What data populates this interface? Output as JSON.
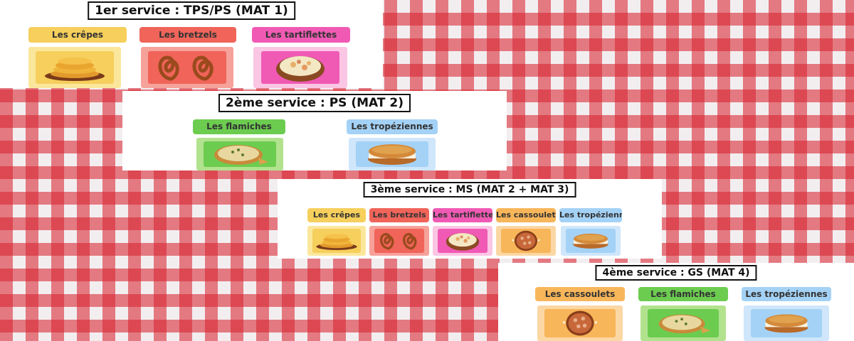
{
  "colors": {
    "crepes": "#f6cf5c",
    "bretzels": "#f0645a",
    "tartiflettes": "#f05ab4",
    "cassoulets": "#f8b65a",
    "tropeziennes": "#a4d2f6",
    "flamiches": "#6ccc50"
  },
  "services": [
    {
      "title": "1er service : TPS/PS (MAT 1)",
      "items": [
        {
          "label": "Les crêpes",
          "icon": "crepes-icon"
        },
        {
          "label": "Les bretzels",
          "icon": "bretzel-icon"
        },
        {
          "label": "Les tartiflettes",
          "icon": "tartiflette-icon"
        }
      ]
    },
    {
      "title": "2ème service : PS (MAT 2)",
      "items": [
        {
          "label": "Les flamiches",
          "icon": "flamiche-icon"
        },
        {
          "label": "Les tropéziennes",
          "icon": "tropezienne-icon"
        }
      ]
    },
    {
      "title": "3ème service : MS (MAT 2 + MAT 3)",
      "items": [
        {
          "label": "Les crêpes",
          "icon": "crepes-icon"
        },
        {
          "label": "Les bretzels",
          "icon": "bretzel-icon"
        },
        {
          "label": "Les tartiflettes",
          "icon": "tartiflette-icon"
        },
        {
          "label": "Les cassoulets",
          "icon": "cassoulet-icon"
        },
        {
          "label": "Les tropéziennes",
          "icon": "tropezienne-icon"
        }
      ]
    },
    {
      "title": "4ème service : GS (MAT 4)",
      "items": [
        {
          "label": "Les cassoulets",
          "icon": "cassoulet-icon"
        },
        {
          "label": "Les flamiches",
          "icon": "flamiche-icon"
        },
        {
          "label": "Les tropéziennes",
          "icon": "tropezienne-icon"
        }
      ]
    }
  ]
}
